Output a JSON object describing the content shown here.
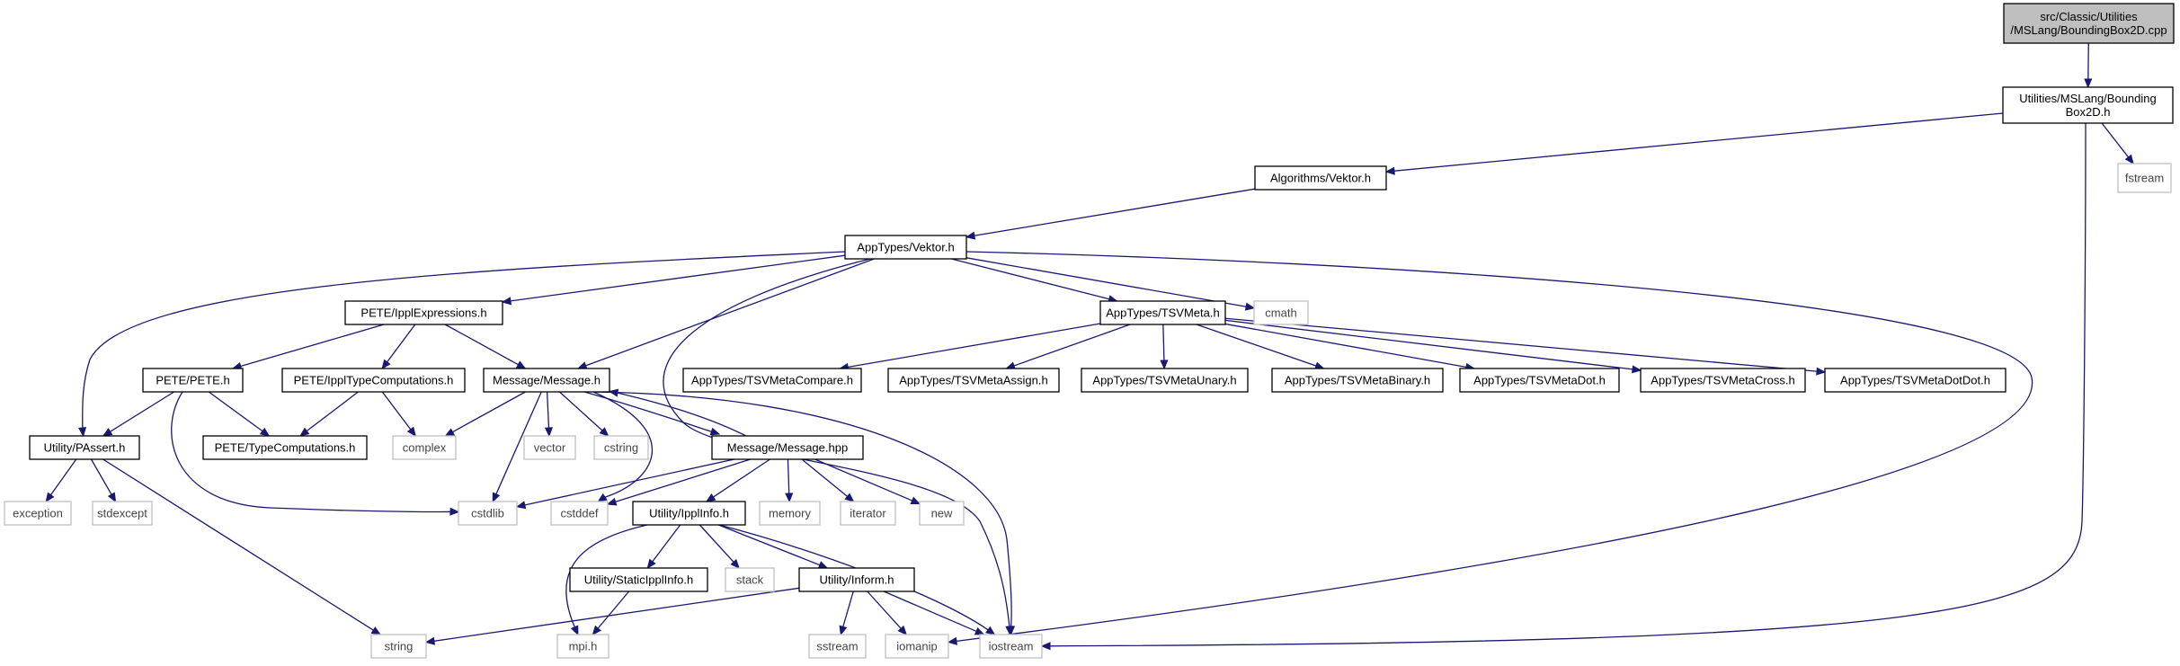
{
  "diagram": {
    "colors": {
      "edge": "#191970",
      "root_fill": "#bfbfbf",
      "border": "#000000",
      "system_border": "#bfbfbf"
    },
    "nodes": [
      {
        "id": "root",
        "label": [
          "src/Classic/Utilities",
          "/MSLang/BoundingBox2D.cpp"
        ],
        "kind": "root"
      },
      {
        "id": "bbox_h",
        "label": [
          "Utilities/MSLang/Bounding",
          "Box2D.h"
        ],
        "kind": "file"
      },
      {
        "id": "fstream",
        "label": [
          "fstream"
        ],
        "kind": "sys"
      },
      {
        "id": "alg_vektor",
        "label": [
          "Algorithms/Vektor.h"
        ],
        "kind": "file"
      },
      {
        "id": "app_vektor",
        "label": [
          "AppTypes/Vektor.h"
        ],
        "kind": "file"
      },
      {
        "id": "cmath",
        "label": [
          "cmath"
        ],
        "kind": "sys"
      },
      {
        "id": "ippl_expr",
        "label": [
          "PETE/IpplExpressions.h"
        ],
        "kind": "file"
      },
      {
        "id": "tsvmeta",
        "label": [
          "AppTypes/TSVMeta.h"
        ],
        "kind": "file"
      },
      {
        "id": "pete_h",
        "label": [
          "PETE/PETE.h"
        ],
        "kind": "file"
      },
      {
        "id": "ippl_typecomp",
        "label": [
          "PETE/IpplTypeComputations.h"
        ],
        "kind": "file"
      },
      {
        "id": "message_h",
        "label": [
          "Message/Message.h"
        ],
        "kind": "file"
      },
      {
        "id": "tsv_compare",
        "label": [
          "AppTypes/TSVMetaCompare.h"
        ],
        "kind": "file"
      },
      {
        "id": "tsv_assign",
        "label": [
          "AppTypes/TSVMetaAssign.h"
        ],
        "kind": "file"
      },
      {
        "id": "tsv_unary",
        "label": [
          "AppTypes/TSVMetaUnary.h"
        ],
        "kind": "file"
      },
      {
        "id": "tsv_binary",
        "label": [
          "AppTypes/TSVMetaBinary.h"
        ],
        "kind": "file"
      },
      {
        "id": "tsv_dot",
        "label": [
          "AppTypes/TSVMetaDot.h"
        ],
        "kind": "file"
      },
      {
        "id": "tsv_cross",
        "label": [
          "AppTypes/TSVMetaCross.h"
        ],
        "kind": "file"
      },
      {
        "id": "tsv_dotdot",
        "label": [
          "AppTypes/TSVMetaDotDot.h"
        ],
        "kind": "file"
      },
      {
        "id": "passert",
        "label": [
          "Utility/PAssert.h"
        ],
        "kind": "file"
      },
      {
        "id": "typecomp",
        "label": [
          "PETE/TypeComputations.h"
        ],
        "kind": "file"
      },
      {
        "id": "complex",
        "label": [
          "complex"
        ],
        "kind": "sys"
      },
      {
        "id": "vector",
        "label": [
          "vector"
        ],
        "kind": "sys"
      },
      {
        "id": "cstring",
        "label": [
          "cstring"
        ],
        "kind": "sys"
      },
      {
        "id": "message_hpp",
        "label": [
          "Message/Message.hpp"
        ],
        "kind": "file"
      },
      {
        "id": "exception",
        "label": [
          "exception"
        ],
        "kind": "sys"
      },
      {
        "id": "stdexcept",
        "label": [
          "stdexcept"
        ],
        "kind": "sys"
      },
      {
        "id": "cstdlib",
        "label": [
          "cstdlib"
        ],
        "kind": "sys"
      },
      {
        "id": "cstddef",
        "label": [
          "cstddef"
        ],
        "kind": "sys"
      },
      {
        "id": "ipplinfo",
        "label": [
          "Utility/IpplInfo.h"
        ],
        "kind": "file"
      },
      {
        "id": "memory",
        "label": [
          "memory"
        ],
        "kind": "sys"
      },
      {
        "id": "iterator",
        "label": [
          "iterator"
        ],
        "kind": "sys"
      },
      {
        "id": "new",
        "label": [
          "new"
        ],
        "kind": "sys"
      },
      {
        "id": "static_ippl",
        "label": [
          "Utility/StaticIpplInfo.h"
        ],
        "kind": "file"
      },
      {
        "id": "stack",
        "label": [
          "stack"
        ],
        "kind": "sys"
      },
      {
        "id": "inform",
        "label": [
          "Utility/Inform.h"
        ],
        "kind": "file"
      },
      {
        "id": "string",
        "label": [
          "string"
        ],
        "kind": "sys"
      },
      {
        "id": "mpi",
        "label": [
          "mpi.h"
        ],
        "kind": "sys"
      },
      {
        "id": "sstream",
        "label": [
          "sstream"
        ],
        "kind": "sys"
      },
      {
        "id": "iomanip",
        "label": [
          "iomanip"
        ],
        "kind": "sys"
      },
      {
        "id": "iostream",
        "label": [
          "iostream"
        ],
        "kind": "sys"
      }
    ],
    "edges": [
      [
        "root",
        "bbox_h"
      ],
      [
        "bbox_h",
        "alg_vektor"
      ],
      [
        "bbox_h",
        "fstream"
      ],
      [
        "bbox_h",
        "iostream"
      ],
      [
        "alg_vektor",
        "app_vektor"
      ],
      [
        "app_vektor",
        "ippl_expr"
      ],
      [
        "app_vektor",
        "tsvmeta"
      ],
      [
        "app_vektor",
        "cmath"
      ],
      [
        "app_vektor",
        "passert"
      ],
      [
        "app_vektor",
        "message_h"
      ],
      [
        "app_vektor",
        "iostream"
      ],
      [
        "app_vektor",
        "iomanip"
      ],
      [
        "ippl_expr",
        "pete_h"
      ],
      [
        "ippl_expr",
        "ippl_typecomp"
      ],
      [
        "ippl_expr",
        "message_h"
      ],
      [
        "tsvmeta",
        "tsv_compare"
      ],
      [
        "tsvmeta",
        "tsv_assign"
      ],
      [
        "tsvmeta",
        "tsv_unary"
      ],
      [
        "tsvmeta",
        "tsv_binary"
      ],
      [
        "tsvmeta",
        "tsv_dot"
      ],
      [
        "tsvmeta",
        "tsv_cross"
      ],
      [
        "tsvmeta",
        "tsv_dotdot"
      ],
      [
        "pete_h",
        "passert"
      ],
      [
        "pete_h",
        "typecomp"
      ],
      [
        "pete_h",
        "cstdlib"
      ],
      [
        "ippl_typecomp",
        "typecomp"
      ],
      [
        "ippl_typecomp",
        "complex"
      ],
      [
        "message_h",
        "complex"
      ],
      [
        "message_h",
        "vector"
      ],
      [
        "message_h",
        "cstring"
      ],
      [
        "message_h",
        "cstdlib"
      ],
      [
        "message_h",
        "cstddef"
      ],
      [
        "message_h",
        "message_hpp"
      ],
      [
        "message_h",
        "iostream"
      ],
      [
        "message_hpp",
        "message_h"
      ],
      [
        "message_hpp",
        "cstdlib"
      ],
      [
        "message_hpp",
        "cstddef"
      ],
      [
        "message_hpp",
        "ipplinfo"
      ],
      [
        "message_hpp",
        "memory"
      ],
      [
        "message_hpp",
        "iterator"
      ],
      [
        "message_hpp",
        "new"
      ],
      [
        "passert",
        "exception"
      ],
      [
        "passert",
        "stdexcept"
      ],
      [
        "passert",
        "string"
      ],
      [
        "ipplinfo",
        "static_ippl"
      ],
      [
        "ipplinfo",
        "stack"
      ],
      [
        "ipplinfo",
        "inform"
      ],
      [
        "ipplinfo",
        "mpi"
      ],
      [
        "ipplinfo",
        "iostream"
      ],
      [
        "static_ippl",
        "mpi"
      ],
      [
        "inform",
        "string"
      ],
      [
        "inform",
        "sstream"
      ],
      [
        "inform",
        "iomanip"
      ],
      [
        "inform",
        "iostream"
      ]
    ]
  }
}
